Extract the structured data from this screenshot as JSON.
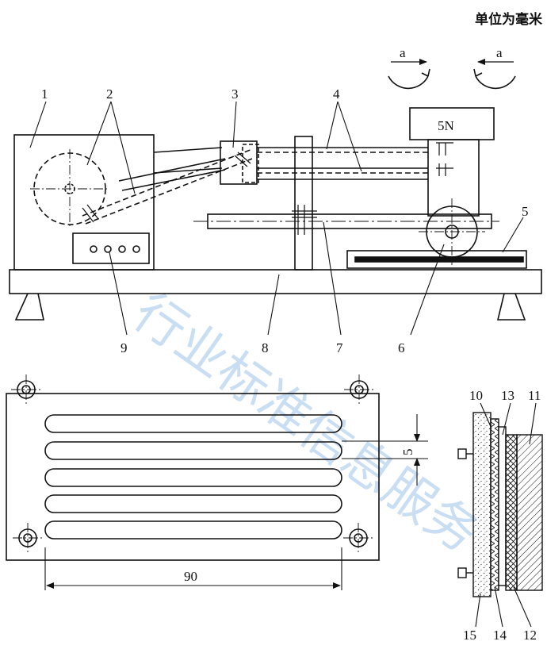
{
  "unit_note": "单位为毫米",
  "watermark": "行业标准信息服务",
  "weight_label": "5N",
  "dir_labels": [
    "a",
    "a"
  ],
  "part_numbers": {
    "p1": "1",
    "p2": "2",
    "p3": "3",
    "p4": "4",
    "p5": "5",
    "p6": "6",
    "p7": "7",
    "p8": "8",
    "p9": "9",
    "p10": "10",
    "p11": "11",
    "p12": "12",
    "p13": "13",
    "p14": "14",
    "p15": "15"
  },
  "dimensions": {
    "slot_pitch": "5",
    "plate_length": "90"
  }
}
